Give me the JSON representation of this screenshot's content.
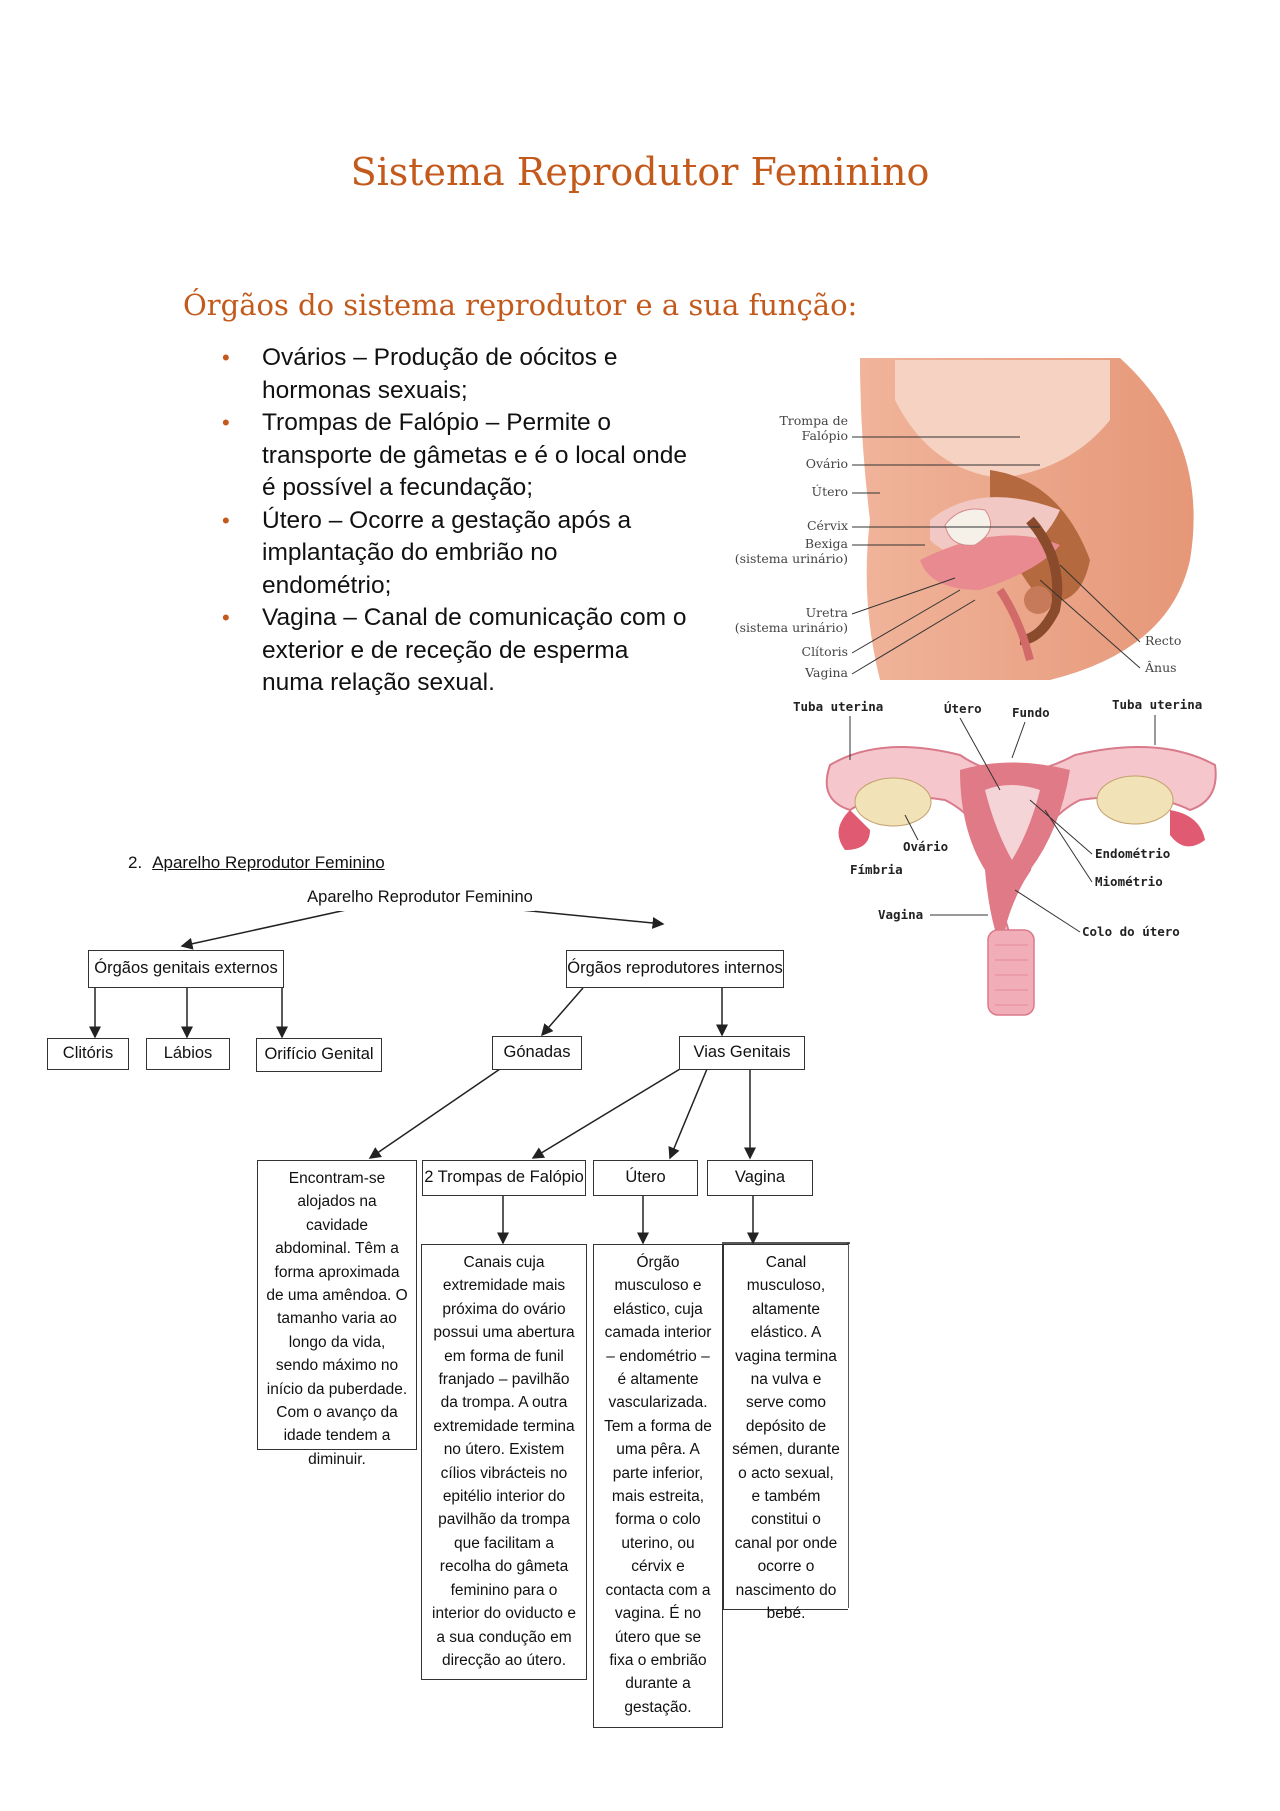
{
  "page": {
    "title": "Sistema Reprodutor Feminino",
    "subtitle": "Órgãos do sistema reprodutor e a sua função:"
  },
  "bullets": [
    {
      "text": "Ovários – Produção de oócitos e hormonas sexuais;"
    },
    {
      "text": "Trompas de Falópio – Permite o transporte de gâmetas e é o local onde é possível a fecundação;"
    },
    {
      "text": "Útero – Ocorre a gestação após a implantação do embrião no endométrio;"
    },
    {
      "text": "Vagina – Canal de comunicação com o exterior e de receção de esperma numa relação sexual."
    }
  ],
  "sagittal_figure": {
    "labels_left": [
      "Trompa de",
      "Falópio",
      "Ovário",
      "Útero",
      "Cérvix",
      "Bexiga",
      "(sistema urinário)",
      "Uretra",
      "(sistema urinário)",
      "Clítoris",
      "Vagina"
    ],
    "labels_right": [
      "Recto",
      "Ânus"
    ]
  },
  "frontal_figure": {
    "labels": {
      "tuba_left": "Tuba uterina",
      "utero": "Útero",
      "fundo": "Fundo",
      "tuba_right": "Tuba uterina",
      "ovario": "Ovário",
      "fimbria": "Fímbria",
      "endometrio": "Endométrio",
      "miometrio": "Miométrio",
      "vagina": "Vagina",
      "colo": "Colo do útero"
    }
  },
  "concept_map": {
    "section_number": "2.",
    "section_title": "Aparelho Reprodutor Feminino",
    "root": "Aparelho Reprodutor Feminino",
    "externos": "Órgãos genitais externos",
    "internos": "Órgãos reprodutores internos",
    "clitoris": "Clitóris",
    "labios": "Lábios",
    "orificio": "Orifício Genital",
    "gonadas": "Gónadas",
    "vias": "Vias Genitais",
    "trompas": "2 Trompas de Falópio",
    "utero": "Útero",
    "vagina": "Vagina",
    "gonadas_desc": "Encontram-se alojados na cavidade abdominal. Têm a forma aproximada de uma amêndoa. O tamanho varia ao longo da vida, sendo máximo no início da puberdade. Com o avanço da idade tendem a diminuir.",
    "trompas_desc": "Canais cuja extremidade mais próxima do ovário possui uma abertura em forma de funil franjado – pavilhão da trompa. A outra extremidade termina no útero. Existem cílios vibrácteis no epitélio interior do pavilhão da trompa que facilitam a recolha do gâmeta feminino para o interior do oviducto e a sua condução em direcção ao útero.",
    "utero_desc": "Órgão musculoso e elástico, cuja camada interior – endométrio – é altamente vascularizada. Tem a forma de uma pêra. A parte inferior, mais estreita, forma o colo uterino, ou cérvix e contacta com a vagina. É no útero que se fixa o embrião durante a gestação.",
    "vagina_desc": "Canal musculoso, altamente elástico. A vagina termina na vulva e serve como depósito de sémen, durante o acto sexual, e também constitui o canal por onde ocorre o nascimento do bebé."
  },
  "colors": {
    "accent": "#c35a1c",
    "tissue": "#e8a48c",
    "uterus": "#e07a86",
    "ovary": "#f2e2b8"
  }
}
